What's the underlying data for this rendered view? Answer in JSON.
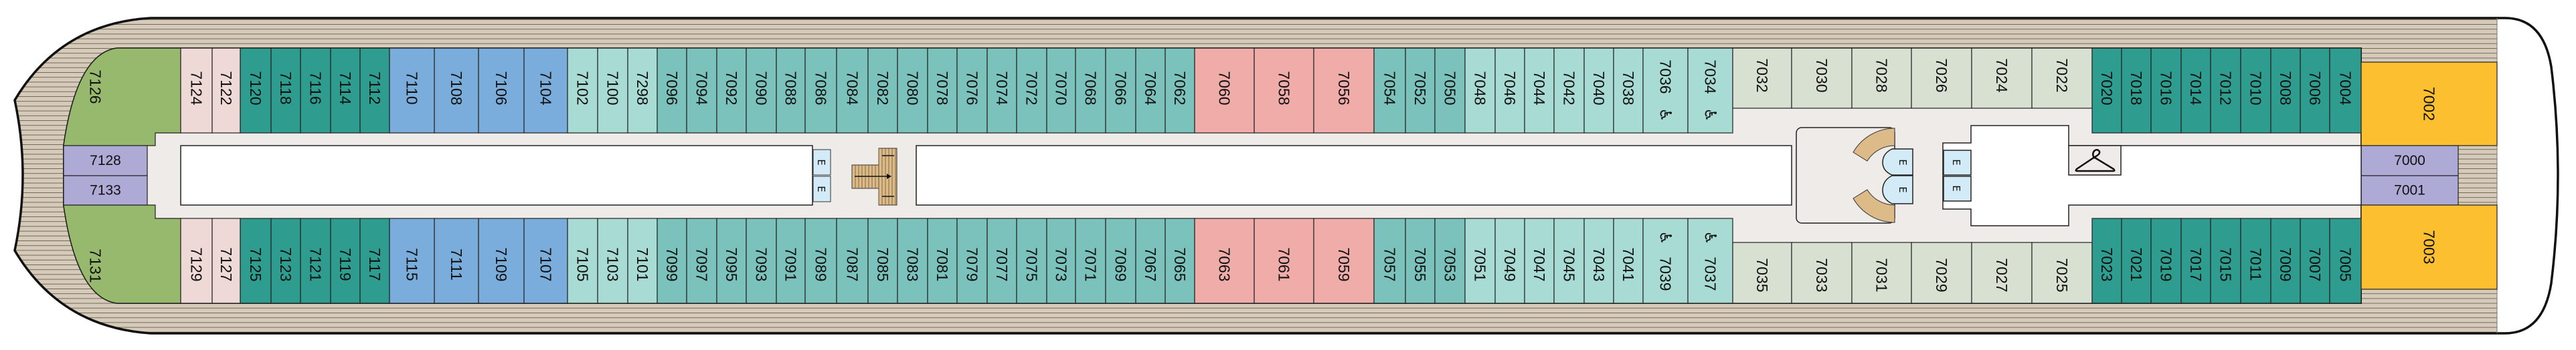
{
  "colors": {
    "suite_green": "#97b96e",
    "pink": "#efd9d6",
    "teal_dark": "#2e9c8f",
    "blue": "#7aaddc",
    "teal_light": "#a8dbd3",
    "teal_mid": "#7cc2bc",
    "salmon": "#efaca8",
    "grey": "#d8e0d2",
    "yellow": "#fbbf2f",
    "purple": "#adaad6",
    "corridor": "#efebe8",
    "deck": "#d6cbb8",
    "elevator": "#d2ebf6",
    "stairs": "#dcbb88"
  },
  "top_row": [
    {
      "label": "7126",
      "type": "suite_green"
    },
    {
      "label": "7124",
      "type": "pink"
    },
    {
      "label": "7122",
      "type": "pink"
    },
    {
      "label": "7120",
      "type": "teal_dark"
    },
    {
      "label": "7118",
      "type": "teal_dark"
    },
    {
      "label": "7116",
      "type": "teal_dark"
    },
    {
      "label": "7114",
      "type": "teal_dark"
    },
    {
      "label": "7112",
      "type": "teal_dark"
    },
    {
      "label": "7110",
      "type": "blue"
    },
    {
      "label": "7108",
      "type": "blue"
    },
    {
      "label": "7106",
      "type": "blue"
    },
    {
      "label": "7104",
      "type": "blue"
    },
    {
      "label": "7102",
      "type": "teal_light"
    },
    {
      "label": "7100",
      "type": "teal_light"
    },
    {
      "label": "7298",
      "type": "teal_light"
    },
    {
      "label": "7096",
      "type": "teal_mid"
    },
    {
      "label": "7094",
      "type": "teal_mid"
    },
    {
      "label": "7092",
      "type": "teal_mid"
    },
    {
      "label": "7090",
      "type": "teal_mid"
    },
    {
      "label": "7088",
      "type": "teal_mid"
    },
    {
      "label": "7086",
      "type": "teal_mid"
    },
    {
      "label": "7084",
      "type": "teal_mid"
    },
    {
      "label": "7082",
      "type": "teal_mid"
    },
    {
      "label": "7080",
      "type": "teal_mid"
    },
    {
      "label": "7078",
      "type": "teal_mid"
    },
    {
      "label": "7076",
      "type": "teal_mid"
    },
    {
      "label": "7074",
      "type": "teal_mid"
    },
    {
      "label": "7072",
      "type": "teal_mid"
    },
    {
      "label": "7070",
      "type": "teal_mid"
    },
    {
      "label": "7068",
      "type": "teal_mid"
    },
    {
      "label": "7066",
      "type": "teal_mid"
    },
    {
      "label": "7064",
      "type": "teal_mid"
    },
    {
      "label": "7062",
      "type": "teal_mid"
    },
    {
      "label": "7060",
      "type": "salmon"
    },
    {
      "label": "7058",
      "type": "salmon"
    },
    {
      "label": "7056",
      "type": "salmon"
    },
    {
      "label": "7054",
      "type": "teal_mid"
    },
    {
      "label": "7052",
      "type": "teal_mid"
    },
    {
      "label": "7050",
      "type": "teal_mid"
    },
    {
      "label": "7048",
      "type": "teal_light"
    },
    {
      "label": "7046",
      "type": "teal_light"
    },
    {
      "label": "7044",
      "type": "teal_light"
    },
    {
      "label": "7042",
      "type": "teal_light"
    },
    {
      "label": "7040",
      "type": "teal_light"
    },
    {
      "label": "7038",
      "type": "teal_light"
    },
    {
      "label": "7036",
      "type": "teal_light",
      "accessible": true
    },
    {
      "label": "7034",
      "type": "teal_light",
      "accessible": true
    },
    {
      "label": "7032",
      "type": "grey"
    },
    {
      "label": "7030",
      "type": "grey"
    },
    {
      "label": "7028",
      "type": "grey"
    },
    {
      "label": "7026",
      "type": "grey"
    },
    {
      "label": "7024",
      "type": "grey"
    },
    {
      "label": "7022",
      "type": "grey"
    },
    {
      "label": "7020",
      "type": "teal_dark"
    },
    {
      "label": "7018",
      "type": "teal_dark"
    },
    {
      "label": "7016",
      "type": "teal_dark"
    },
    {
      "label": "7014",
      "type": "teal_dark"
    },
    {
      "label": "7012",
      "type": "teal_dark"
    },
    {
      "label": "7010",
      "type": "teal_dark"
    },
    {
      "label": "7008",
      "type": "teal_dark"
    },
    {
      "label": "7006",
      "type": "teal_dark"
    },
    {
      "label": "7004",
      "type": "teal_dark"
    }
  ],
  "bottom_row": [
    {
      "label": "7131",
      "type": "suite_green"
    },
    {
      "label": "7129",
      "type": "pink"
    },
    {
      "label": "7127",
      "type": "pink"
    },
    {
      "label": "7125",
      "type": "teal_dark"
    },
    {
      "label": "7123",
      "type": "teal_dark"
    },
    {
      "label": "7121",
      "type": "teal_dark"
    },
    {
      "label": "7119",
      "type": "teal_dark"
    },
    {
      "label": "7117",
      "type": "teal_dark"
    },
    {
      "label": "7115",
      "type": "blue"
    },
    {
      "label": "7111",
      "type": "blue"
    },
    {
      "label": "7109",
      "type": "blue"
    },
    {
      "label": "7107",
      "type": "blue"
    },
    {
      "label": "7105",
      "type": "teal_light"
    },
    {
      "label": "7103",
      "type": "teal_light"
    },
    {
      "label": "7101",
      "type": "teal_light"
    },
    {
      "label": "7099",
      "type": "teal_mid"
    },
    {
      "label": "7097",
      "type": "teal_mid"
    },
    {
      "label": "7095",
      "type": "teal_mid"
    },
    {
      "label": "7093",
      "type": "teal_mid"
    },
    {
      "label": "7091",
      "type": "teal_mid"
    },
    {
      "label": "7089",
      "type": "teal_mid"
    },
    {
      "label": "7087",
      "type": "teal_mid"
    },
    {
      "label": "7085",
      "type": "teal_mid"
    },
    {
      "label": "7083",
      "type": "teal_mid"
    },
    {
      "label": "7081",
      "type": "teal_mid"
    },
    {
      "label": "7079",
      "type": "teal_mid"
    },
    {
      "label": "7077",
      "type": "teal_mid"
    },
    {
      "label": "7075",
      "type": "teal_mid"
    },
    {
      "label": "7073",
      "type": "teal_mid"
    },
    {
      "label": "7071",
      "type": "teal_mid"
    },
    {
      "label": "7069",
      "type": "teal_mid"
    },
    {
      "label": "7067",
      "type": "teal_mid"
    },
    {
      "label": "7065",
      "type": "teal_mid"
    },
    {
      "label": "7063",
      "type": "salmon"
    },
    {
      "label": "7061",
      "type": "salmon"
    },
    {
      "label": "7059",
      "type": "salmon"
    },
    {
      "label": "7057",
      "type": "teal_mid"
    },
    {
      "label": "7055",
      "type": "teal_mid"
    },
    {
      "label": "7053",
      "type": "teal_mid"
    },
    {
      "label": "7051",
      "type": "teal_light"
    },
    {
      "label": "7049",
      "type": "teal_light"
    },
    {
      "label": "7047",
      "type": "teal_light"
    },
    {
      "label": "7045",
      "type": "teal_light"
    },
    {
      "label": "7043",
      "type": "teal_light"
    },
    {
      "label": "7041",
      "type": "teal_light"
    },
    {
      "label": "7039",
      "type": "teal_light",
      "accessible": true
    },
    {
      "label": "7037",
      "type": "teal_light",
      "accessible": true
    },
    {
      "label": "7035",
      "type": "grey"
    },
    {
      "label": "7033",
      "type": "grey"
    },
    {
      "label": "7031",
      "type": "grey"
    },
    {
      "label": "7029",
      "type": "grey"
    },
    {
      "label": "7027",
      "type": "grey"
    },
    {
      "label": "7025",
      "type": "grey"
    },
    {
      "label": "7023",
      "type": "teal_dark"
    },
    {
      "label": "7021",
      "type": "teal_dark"
    },
    {
      "label": "7019",
      "type": "teal_dark"
    },
    {
      "label": "7017",
      "type": "teal_dark"
    },
    {
      "label": "7015",
      "type": "teal_dark"
    },
    {
      "label": "7011",
      "type": "teal_dark"
    },
    {
      "label": "7009",
      "type": "teal_dark"
    },
    {
      "label": "7007",
      "type": "teal_dark"
    },
    {
      "label": "7005",
      "type": "teal_dark"
    }
  ],
  "aft_cabins": [
    {
      "label": "7128",
      "type": "purple"
    },
    {
      "label": "7133",
      "type": "purple"
    }
  ],
  "forward_cabins": {
    "upper": {
      "label": "7002",
      "type": "yellow"
    },
    "center": [
      {
        "label": "7000",
        "type": "purple"
      },
      {
        "label": "7001",
        "type": "purple"
      }
    ],
    "lower": {
      "label": "7003",
      "type": "yellow"
    }
  },
  "elevator_label": "E",
  "icons": {
    "accessible": "wheelchair-icon",
    "wardrobe": "hanger-icon",
    "stairs": "stairs-icon"
  }
}
